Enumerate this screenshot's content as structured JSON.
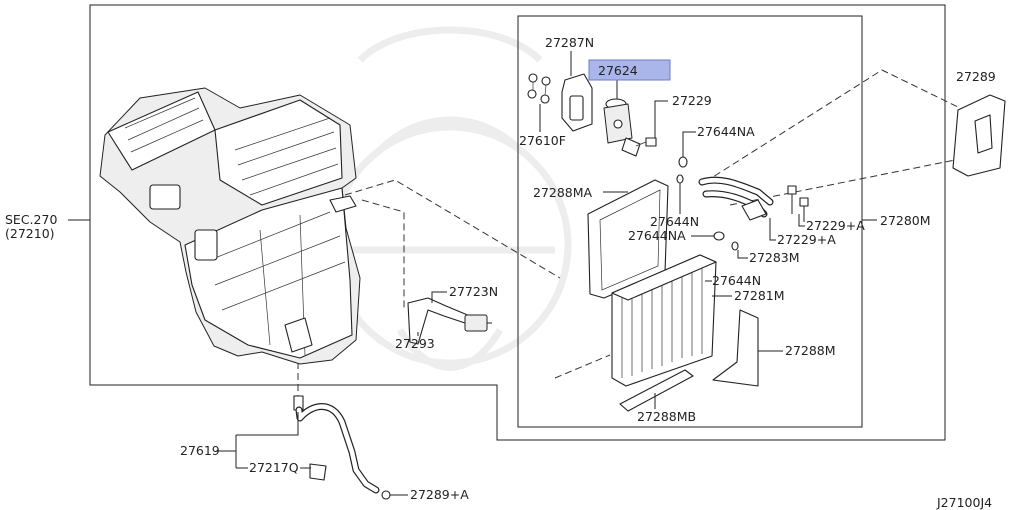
{
  "diagram": {
    "section_ref": {
      "sec": "SEC.270",
      "ref": "(27210)"
    },
    "callouts": {
      "c27287N": "27287N",
      "c27624": "27624",
      "c27289": "27289",
      "c27229": "27229",
      "c27610F": "27610F",
      "c27644NA_top": "27644NA",
      "c27288MA": "27288MA",
      "c27644N_top": "27644N",
      "c27229A_top": "27229+A",
      "c27280M": "27280M",
      "c27644NA_mid": "27644NA",
      "c27229A_bottom": "27229+A",
      "c27283M": "27283M",
      "c27644N_bottom": "27644N",
      "c27723N": "27723N",
      "c27281M": "27281M",
      "c27293": "27293",
      "c27288M": "27288M",
      "c27288MB": "27288MB",
      "c27619": "27619",
      "c27217Q": "27217Q",
      "c27289A": "27289+A"
    },
    "figure_code": "J27100J4"
  },
  "colors": {
    "highlight": "#aab6ea",
    "highlight_border": "#6c7cc4",
    "line": "#222222"
  }
}
